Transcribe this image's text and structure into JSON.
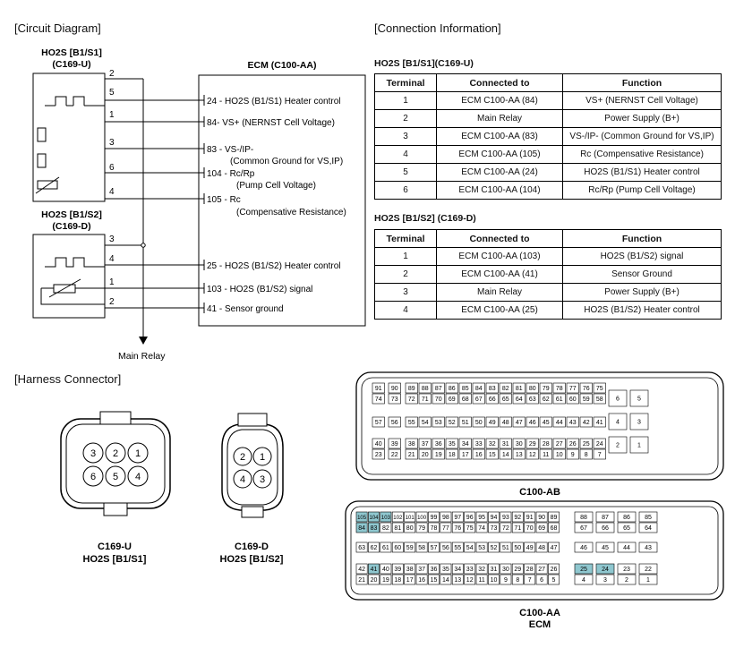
{
  "circuit_title": "[Circuit Diagram]",
  "connection_title": "[Connection Information]",
  "harness_title": "[Harness Connector]",
  "sensor1": {
    "line1": "HO2S [B1/S1]",
    "line2": "(C169-U)"
  },
  "sensor2": {
    "line1": "HO2S [B1/S2]",
    "line2": "(C169-D)"
  },
  "ecm_title": "ECM (C100-AA)",
  "main_relay": "Main Relay",
  "s1_pins": [
    "2",
    "5",
    "1",
    "3",
    "6",
    "4"
  ],
  "s2_pins": [
    "3",
    "4",
    "1",
    "2"
  ],
  "ecm_labels": [
    {
      "pin": "24",
      "text": "24 - HO2S (B1/S1) Heater control"
    },
    {
      "pin": "84",
      "text": "84- VS+ (NERNST Cell Voltage)"
    },
    {
      "pin": "83",
      "text": "83 - VS-/IP-"
    },
    {
      "pin": "",
      "text": "(Common Ground for VS,IP)"
    },
    {
      "pin": "104",
      "text": "104 - Rc/Rp"
    },
    {
      "pin": "",
      "text": "(Pump Cell Voltage)"
    },
    {
      "pin": "105",
      "text": "105 - Rc"
    },
    {
      "pin": "",
      "text": "(Compensative Resistance)"
    },
    {
      "pin": "25",
      "text": "25 - HO2S (B1/S2) Heater control"
    },
    {
      "pin": "103",
      "text": "103 - HO2S (B1/S2) signal"
    },
    {
      "pin": "41",
      "text": "41 - Sensor ground"
    }
  ],
  "table1": {
    "title": "HO2S [B1/S1](C169-U)",
    "headers": [
      "Terminal",
      "Connected to",
      "Function"
    ],
    "rows": [
      [
        "1",
        "ECM C100-AA (84)",
        "VS+ (NERNST Cell Voltage)"
      ],
      [
        "2",
        "Main Relay",
        "Power Supply (B+)"
      ],
      [
        "3",
        "ECM C100-AA (83)",
        "VS-/IP- (Common Ground for VS,IP)"
      ],
      [
        "4",
        "ECM C100-AA (105)",
        "Rc (Compensative Resistance)"
      ],
      [
        "5",
        "ECM C100-AA (24)",
        "HO2S (B1/S1) Heater control"
      ],
      [
        "6",
        "ECM C100-AA (104)",
        "Rc/Rp (Pump Cell Voltage)"
      ]
    ]
  },
  "table2": {
    "title": "HO2S [B1/S2] (C169-D)",
    "headers": [
      "Terminal",
      "Connected to",
      "Function"
    ],
    "rows": [
      [
        "1",
        "ECM C100-AA (103)",
        "HO2S (B1/S2) signal"
      ],
      [
        "2",
        "ECM C100-AA (41)",
        "Sensor Ground"
      ],
      [
        "3",
        "Main Relay",
        "Power Supply (B+)"
      ],
      [
        "4",
        "ECM C100-AA (25)",
        "HO2S (B1/S2) Heater control"
      ]
    ]
  },
  "c169u": {
    "pins_top": [
      "3",
      "2",
      "1"
    ],
    "pins_bottom": [
      "6",
      "5",
      "4"
    ],
    "label1": "C169-U",
    "label2": "HO2S [B1/S1]"
  },
  "c169d": {
    "pins_top": [
      "2",
      "1"
    ],
    "pins_bottom": [
      "4",
      "3"
    ],
    "label1": "C169-D",
    "label2": "HO2S [B1/S2]"
  },
  "c100ab": {
    "label": "C100-AB",
    "rows": [
      [
        "91",
        "90",
        "89",
        "88",
        "87",
        "86",
        "85",
        "84",
        "83",
        "82",
        "81",
        "80",
        "79",
        "78",
        "77",
        "76",
        "75"
      ],
      [
        "74",
        "73",
        "72",
        "71",
        "70",
        "69",
        "68",
        "67",
        "66",
        "65",
        "64",
        "63",
        "62",
        "61",
        "60",
        "59",
        "58"
      ],
      [
        "57",
        "56",
        "55",
        "54",
        "53",
        "52",
        "51",
        "50",
        "49",
        "48",
        "47",
        "46",
        "45",
        "44",
        "43",
        "42",
        "41"
      ],
      [
        "40",
        "39",
        "38",
        "37",
        "36",
        "35",
        "34",
        "33",
        "32",
        "31",
        "30",
        "29",
        "28",
        "27",
        "26",
        "25",
        "24"
      ],
      [
        "23",
        "22",
        "21",
        "20",
        "19",
        "18",
        "17",
        "16",
        "15",
        "14",
        "13",
        "12",
        "11",
        "10",
        "9",
        "8",
        "7"
      ]
    ],
    "side": [
      "6",
      "5",
      "4",
      "3",
      "2",
      "1"
    ]
  },
  "c100aa": {
    "label1": "C100-AA",
    "label2": "ECM",
    "rows": [
      [
        "105",
        "104",
        "103",
        "102",
        "101",
        "100",
        "99",
        "98",
        "97",
        "96",
        "95",
        "94",
        "93",
        "92",
        "91",
        "90",
        "89"
      ],
      [
        "84",
        "83",
        "82",
        "81",
        "80",
        "79",
        "78",
        "77",
        "76",
        "75",
        "74",
        "73",
        "72",
        "71",
        "70",
        "69",
        "68"
      ],
      [
        "63",
        "62",
        "61",
        "60",
        "59",
        "58",
        "57",
        "56",
        "55",
        "54",
        "53",
        "52",
        "51",
        "50",
        "49",
        "48",
        "47"
      ],
      [
        "42",
        "41",
        "40",
        "39",
        "38",
        "37",
        "36",
        "35",
        "34",
        "33",
        "32",
        "31",
        "30",
        "29",
        "28",
        "27",
        "26"
      ],
      [
        "21",
        "20",
        "19",
        "18",
        "17",
        "16",
        "15",
        "14",
        "13",
        "12",
        "11",
        "10",
        "9",
        "8",
        "7",
        "6",
        "5"
      ]
    ],
    "side": [
      [
        "88",
        "87",
        "86",
        "85"
      ],
      [
        "67",
        "66",
        "65",
        "64"
      ],
      [
        "46",
        "45",
        "44",
        "43"
      ],
      [
        "25",
        "24",
        "23",
        "22"
      ],
      [
        "4",
        "3",
        "2",
        "1"
      ]
    ],
    "highlight": [
      "105",
      "104",
      "103",
      "84",
      "83",
      "41",
      "25",
      "24"
    ],
    "highlight_color": "#8fc7cf"
  }
}
